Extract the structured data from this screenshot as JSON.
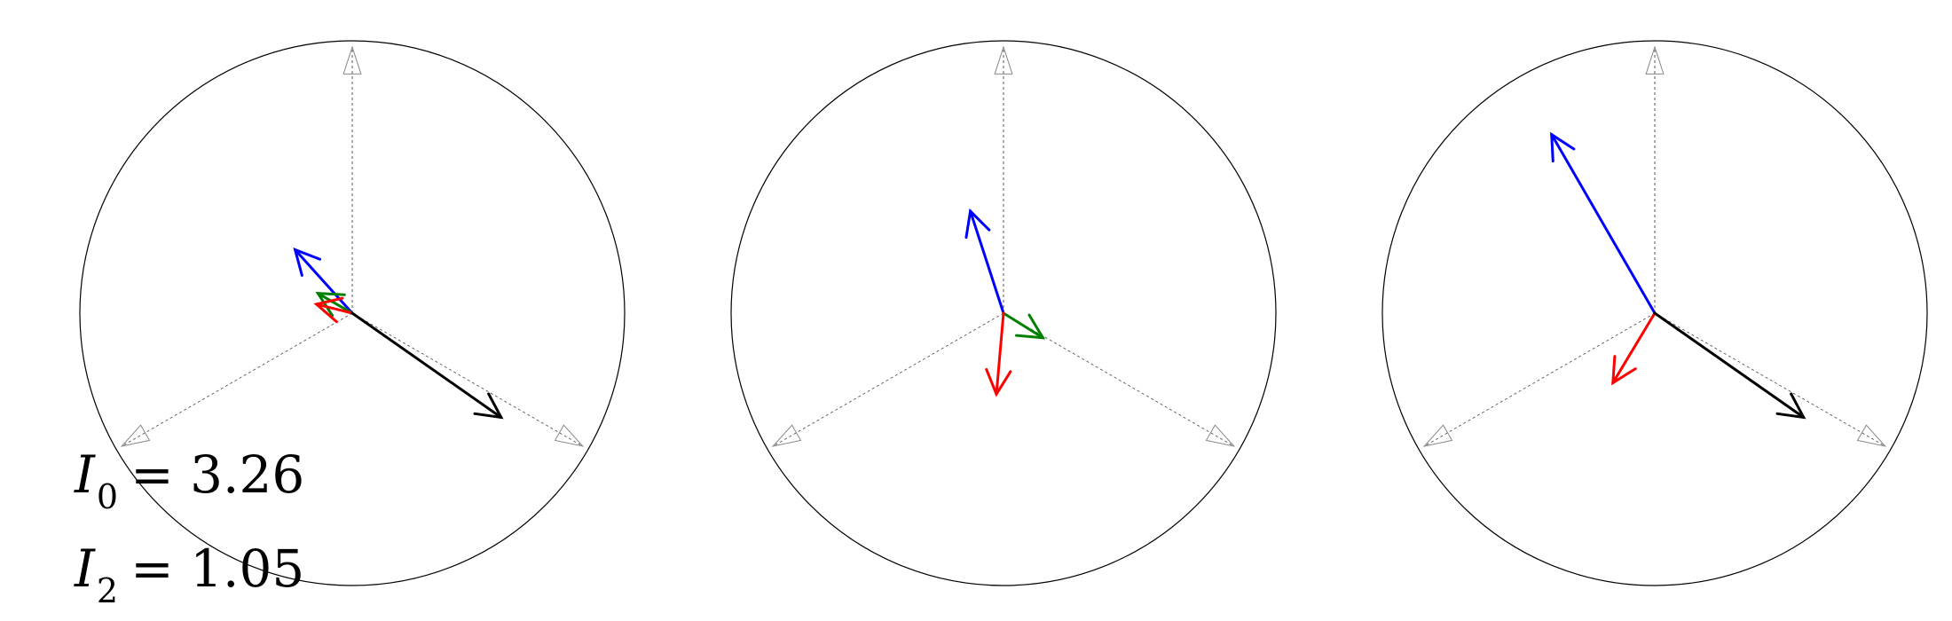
{
  "equations": [
    {
      "symbol": "I",
      "subscript": "0",
      "relation": "=",
      "value": "3.26"
    },
    {
      "symbol": "I",
      "subscript": "2",
      "relation": "=",
      "value": "1.05"
    }
  ],
  "colors": {
    "circle": "#000000",
    "axis": "#555555",
    "arrowhead_axis": "#888888",
    "black": "#000000",
    "blue": "#0000ff",
    "green": "#008000",
    "red": "#ff0000"
  },
  "diagrams": [
    {
      "name": "phasor-diagram-1",
      "vectors": [
        {
          "color": "blue",
          "magnitude": 1.25,
          "angle_deg": 132
        },
        {
          "color": "green",
          "magnitude": 0.58,
          "angle_deg": 150
        },
        {
          "color": "red",
          "magnitude": 0.54,
          "angle_deg": 166
        },
        {
          "color": "black",
          "magnitude": 2.66,
          "angle_deg": -35
        }
      ]
    },
    {
      "name": "phasor-diagram-2",
      "vectors": [
        {
          "color": "blue",
          "magnitude": 1.57,
          "angle_deg": 108
        },
        {
          "color": "green",
          "magnitude": 0.68,
          "angle_deg": -32
        },
        {
          "color": "red",
          "magnitude": 1.19,
          "angle_deg": -95
        }
      ]
    },
    {
      "name": "phasor-diagram-3",
      "vectors": [
        {
          "color": "blue",
          "magnitude": 3.02,
          "angle_deg": 120
        },
        {
          "color": "red",
          "magnitude": 1.19,
          "angle_deg": -121
        },
        {
          "color": "black",
          "magnitude": 2.66,
          "angle_deg": -35
        }
      ]
    }
  ]
}
